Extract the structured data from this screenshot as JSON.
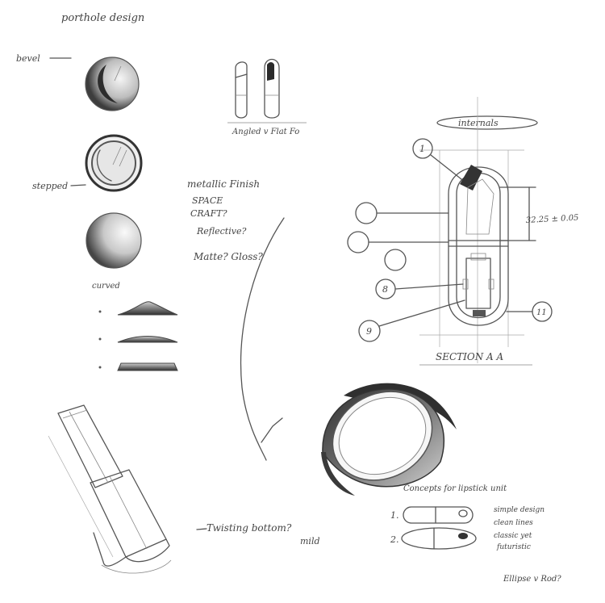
{
  "labels": {
    "title": "porthole design",
    "bevel": "bevel",
    "stepped": "stepped",
    "curved": "curved",
    "angled_flat": "Angled v Flat Fo",
    "metallic": "metallic Finish",
    "space_craft_1": "SPACE",
    "space_craft_2": "CRAFT?",
    "reflective": "Reflective?",
    "matte_gloss": "Matte? Gloss?",
    "internals": "internals",
    "dimension": "32.25 ± 0.05",
    "callout_1": "1",
    "callout_8": "8",
    "callout_9": "9",
    "callout_11": "11",
    "section": "SECTION  A A",
    "twisting": "Twisting bottom?",
    "twisting_sub": "mild",
    "concepts_title": "Concepts for lipstick unit",
    "concept_1_num": "1.",
    "concept_2_num": "2.",
    "note_1": "simple design",
    "note_2": "clean lines",
    "note_3": "classic yet",
    "note_4": "futuristic",
    "ellipse_rod": "Ellipse v Rod?"
  },
  "colors": {
    "paper": "#ffffff",
    "ink": "#555555",
    "shade_dark": "#3b3b3b",
    "shade_light": "#d9d9d9"
  }
}
